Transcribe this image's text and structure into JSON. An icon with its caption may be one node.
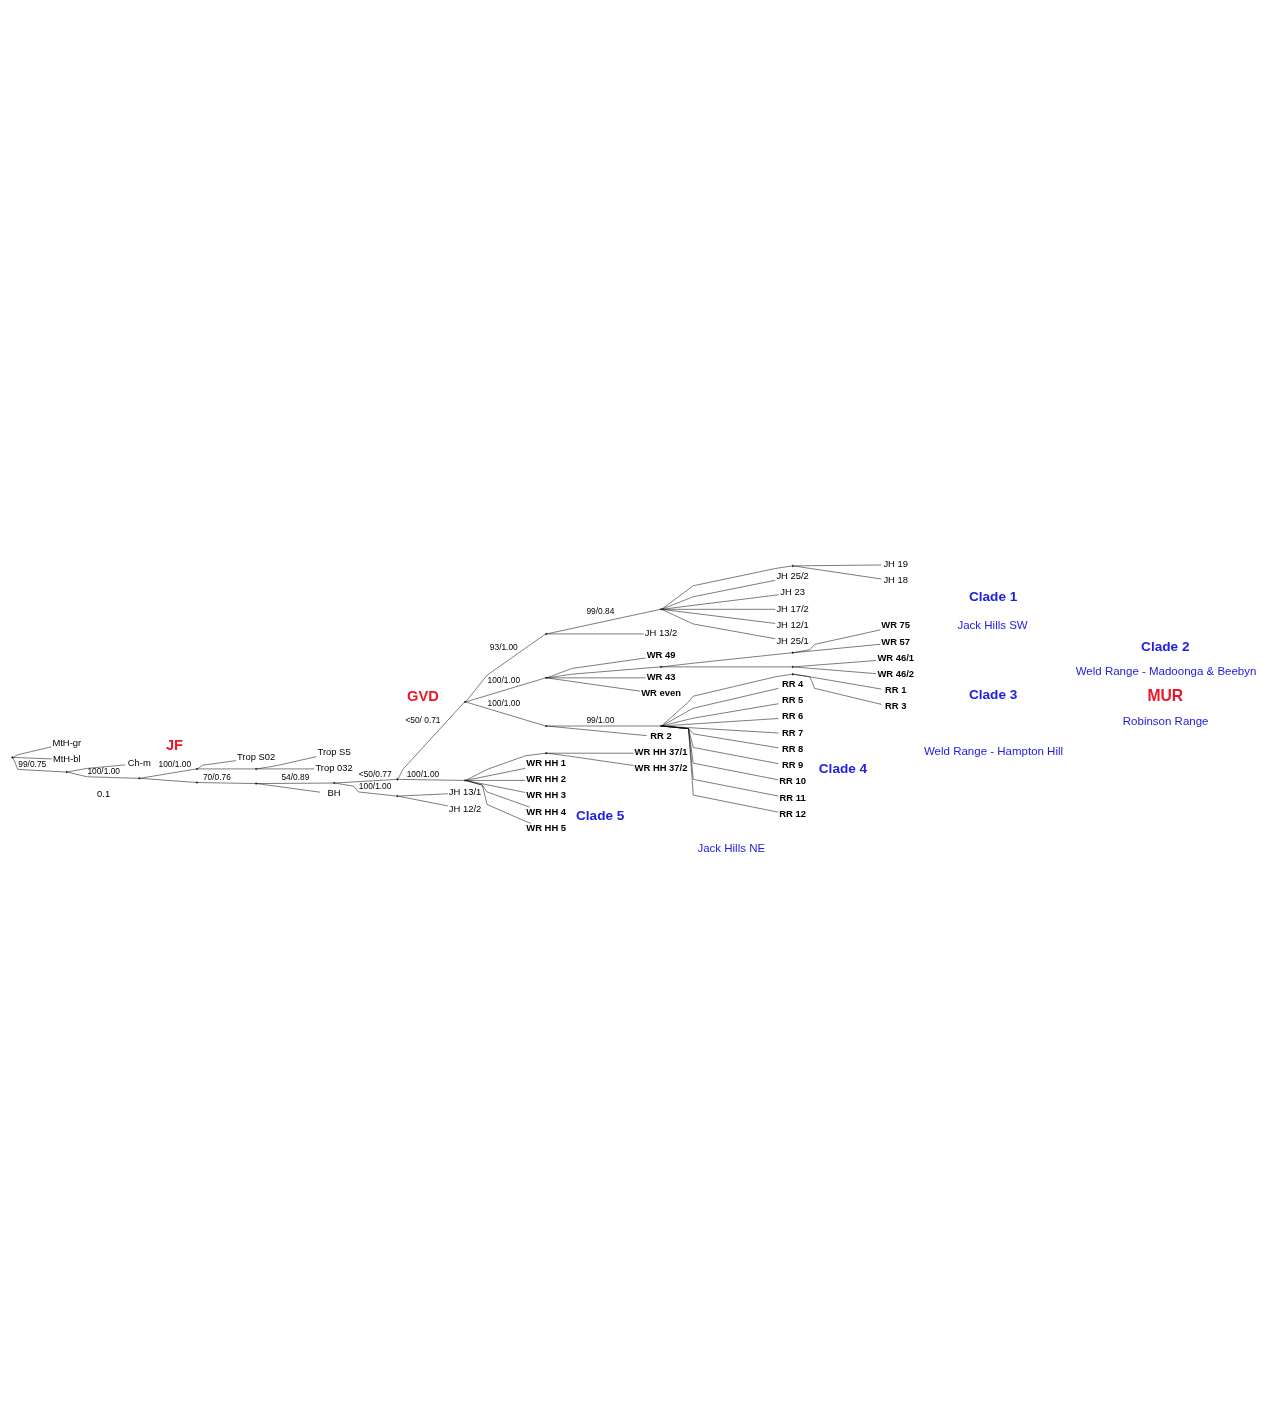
{
  "diagram": {
    "nodes": [
      {
        "text": [],
        "shape": "point"
      },
      {
        "text": [
          "MtH-gr"
        ]
      },
      {
        "text": [
          "MtH-bl"
        ]
      },
      {
        "text": [],
        "shape": "point"
      },
      {
        "text": [
          "Ch-m"
        ]
      },
      {
        "text": [],
        "shape": "point"
      },
      {
        "text": [],
        "shape": "point"
      },
      {
        "text": [
          "Trop S02"
        ]
      },
      {
        "text": [],
        "shape": "point"
      },
      {
        "text": [
          "Trop S5"
        ]
      },
      {
        "text": [
          "Trop 032"
        ]
      },
      {
        "text": [],
        "shape": "point"
      },
      {
        "text": [],
        "shape": "point"
      },
      {
        "text": [],
        "shape": "point"
      },
      {
        "text": [],
        "shape": "point"
      },
      {
        "text": [],
        "shape": "point"
      },
      {
        "text": [],
        "shape": "point"
      },
      {
        "text": [],
        "shape": "point"
      },
      {
        "text": [],
        "shape": "point"
      },
      {
        "text": [
          "JH 19"
        ]
      },
      {
        "text": [
          "JH 18"
        ]
      },
      {
        "text": [
          "JH 25/2"
        ]
      },
      {
        "text": [
          "JH 23"
        ]
      },
      {
        "text": [
          "JH 17/2"
        ]
      },
      {
        "text": [
          "JH 12/1"
        ]
      },
      {
        "text": [
          "JH 25/1"
        ]
      },
      {
        "text": [
          "JH 13/2"
        ]
      },
      {
        "text": [],
        "shape": "point"
      },
      {
        "text": [
          "WR 49"
        ]
      },
      {
        "text": [],
        "shape": "point"
      },
      {
        "text": [],
        "shape": "point"
      },
      {
        "text": [
          "WR 75"
        ]
      },
      {
        "text": [
          "WR 57"
        ]
      },
      {
        "text": [],
        "shape": "point"
      },
      {
        "text": [
          "WR 46/1"
        ]
      },
      {
        "text": [
          "WR 46/2"
        ]
      },
      {
        "text": [
          "WR 43"
        ]
      },
      {
        "text": [
          "WR even"
        ]
      },
      {
        "text": [],
        "shape": "point"
      },
      {
        "text": [],
        "shape": "point"
      },
      {
        "text": [],
        "shape": "point"
      },
      {
        "text": [
          "RR 1"
        ]
      },
      {
        "text": [
          "RR 3"
        ]
      },
      {
        "text": [
          "RR 4"
        ]
      },
      {
        "text": [
          "RR 5"
        ]
      },
      {
        "text": [
          "RR 6"
        ]
      },
      {
        "text": [
          "RR 7"
        ]
      },
      {
        "text": [
          "RR 8"
        ]
      },
      {
        "text": [
          "RR 9"
        ]
      },
      {
        "text": [
          "RR 10"
        ]
      },
      {
        "text": [
          "RR 11"
        ]
      },
      {
        "text": [
          "RR 12"
        ]
      },
      {
        "text": [
          "RR 2"
        ]
      },
      {
        "text": [],
        "shape": "point"
      },
      {
        "text": [],
        "shape": "point"
      },
      {
        "text": [
          "WR HH 37/1"
        ]
      },
      {
        "text": [
          "WR HH 37/2"
        ]
      },
      {
        "text": [
          "WR HH 1"
        ]
      },
      {
        "text": [
          "WR HH 2"
        ]
      },
      {
        "text": [
          "WR HH 3"
        ]
      },
      {
        "text": [
          "WR HH 4"
        ]
      },
      {
        "text": [
          "WR HH 5"
        ]
      },
      {
        "text": [],
        "shape": "point"
      },
      {
        "text": [
          "JH 13/1"
        ]
      },
      {
        "text": [
          "JH 12/2"
        ]
      },
      {
        "text": [
          "BH"
        ]
      }
    ],
    "edges": [
      {
        "from": 0,
        "to": 1,
        "arrow": "none"
      },
      {
        "from": 0,
        "to": 2,
        "arrow": "none"
      },
      {
        "from": 0,
        "to": 3,
        "arrow": "none",
        "label": "99/0.75"
      },
      {
        "from": 3,
        "to": 4,
        "arrow": "none"
      },
      {
        "from": 3,
        "to": 5,
        "arrow": "none",
        "label": "100/1.00"
      },
      {
        "from": 5,
        "to": 6,
        "arrow": "none",
        "label": "100/1.00"
      },
      {
        "from": 5,
        "to": 11,
        "arrow": "none"
      },
      {
        "from": 6,
        "to": 7,
        "arrow": "none"
      },
      {
        "from": 6,
        "to": 8,
        "arrow": "none"
      },
      {
        "from": 8,
        "to": 9,
        "arrow": "none"
      },
      {
        "from": 8,
        "to": 10,
        "arrow": "none"
      },
      {
        "from": 11,
        "to": 12,
        "arrow": "none",
        "label": "70/0.76"
      },
      {
        "from": 12,
        "to": 13,
        "arrow": "none",
        "label": "54/0.89"
      },
      {
        "from": 12,
        "to": 65,
        "arrow": "none"
      },
      {
        "from": 13,
        "to": 14,
        "arrow": "none",
        "label": "<50/0.77"
      },
      {
        "from": 13,
        "to": 62,
        "arrow": "none",
        "label": "100/1.00"
      },
      {
        "from": 14,
        "to": 15,
        "arrow": "none",
        "label": "<50/ 0.71"
      },
      {
        "from": 14,
        "to": 53,
        "arrow": "none",
        "label": "100/1.00"
      },
      {
        "from": 15,
        "to": 16,
        "arrow": "none",
        "label": "93/1.00"
      },
      {
        "from": 15,
        "to": 27,
        "arrow": "none",
        "label": "100/1.00"
      },
      {
        "from": 15,
        "to": 38,
        "arrow": "none",
        "label": "100/1.00"
      },
      {
        "from": 16,
        "to": 17,
        "arrow": "none",
        "label": "99/0.84"
      },
      {
        "from": 16,
        "to": 26,
        "arrow": "none"
      },
      {
        "from": 17,
        "to": 18,
        "arrow": "none"
      },
      {
        "from": 18,
        "to": 19,
        "arrow": "none"
      },
      {
        "from": 18,
        "to": 20,
        "arrow": "none"
      },
      {
        "from": 17,
        "to": 21,
        "arrow": "none"
      },
      {
        "from": 17,
        "to": 22,
        "arrow": "none"
      },
      {
        "from": 17,
        "to": 23,
        "arrow": "none"
      },
      {
        "from": 17,
        "to": 24,
        "arrow": "none"
      },
      {
        "from": 17,
        "to": 25,
        "arrow": "none"
      },
      {
        "from": 27,
        "to": 28,
        "arrow": "none"
      },
      {
        "from": 27,
        "to": 29,
        "arrow": "none"
      },
      {
        "from": 29,
        "to": 30,
        "arrow": "none"
      },
      {
        "from": 30,
        "to": 31,
        "arrow": "none"
      },
      {
        "from": 30,
        "to": 32,
        "arrow": "none"
      },
      {
        "from": 29,
        "to": 33,
        "arrow": "none"
      },
      {
        "from": 33,
        "to": 34,
        "arrow": "none"
      },
      {
        "from": 33,
        "to": 35,
        "arrow": "none"
      },
      {
        "from": 27,
        "to": 36,
        "arrow": "none"
      },
      {
        "from": 27,
        "to": 37,
        "arrow": "none"
      },
      {
        "from": 38,
        "to": 39,
        "arrow": "none",
        "label": "99/1.00"
      },
      {
        "from": 39,
        "to": 40,
        "arrow": "none"
      },
      {
        "from": 40,
        "to": 41,
        "arrow": "none"
      },
      {
        "from": 40,
        "to": 42,
        "arrow": "none"
      },
      {
        "from": 39,
        "to": 43,
        "arrow": "none"
      },
      {
        "from": 39,
        "to": 44,
        "arrow": "none"
      },
      {
        "from": 39,
        "to": 45,
        "arrow": "none"
      },
      {
        "from": 39,
        "to": 46,
        "arrow": "none"
      },
      {
        "from": 39,
        "to": 47,
        "arrow": "none"
      },
      {
        "from": 39,
        "to": 48,
        "arrow": "none"
      },
      {
        "from": 39,
        "to": 49,
        "arrow": "none"
      },
      {
        "from": 39,
        "to": 50,
        "arrow": "none"
      },
      {
        "from": 39,
        "to": 51,
        "arrow": "none"
      },
      {
        "from": 38,
        "to": 52,
        "arrow": "none"
      },
      {
        "from": 53,
        "to": 54,
        "arrow": "none"
      },
      {
        "from": 54,
        "to": 55,
        "arrow": "none"
      },
      {
        "from": 54,
        "to": 56,
        "arrow": "none"
      },
      {
        "from": 53,
        "to": 57,
        "arrow": "none"
      },
      {
        "from": 53,
        "to": 58,
        "arrow": "none"
      },
      {
        "from": 53,
        "to": 59,
        "arrow": "none"
      },
      {
        "from": 53,
        "to": 60,
        "arrow": "none"
      },
      {
        "from": 53,
        "to": 61,
        "arrow": "none"
      },
      {
        "from": 62,
        "to": 63,
        "arrow": "none"
      },
      {
        "from": 62,
        "to": 64,
        "arrow": "none"
      }
    ],
    "labels": [
      "JF",
      "GVD",
      "Clade 1",
      "Jack Hills SW",
      "Clade 2",
      "Weld Range - Madoonga & Beebyn",
      "Clade 3",
      "Robinson Range",
      "Clade 4",
      "Weld Range - Hampton Hill",
      "Clade 5",
      "Jack Hills NE",
      "MUR",
      "0.1"
    ]
  }
}
